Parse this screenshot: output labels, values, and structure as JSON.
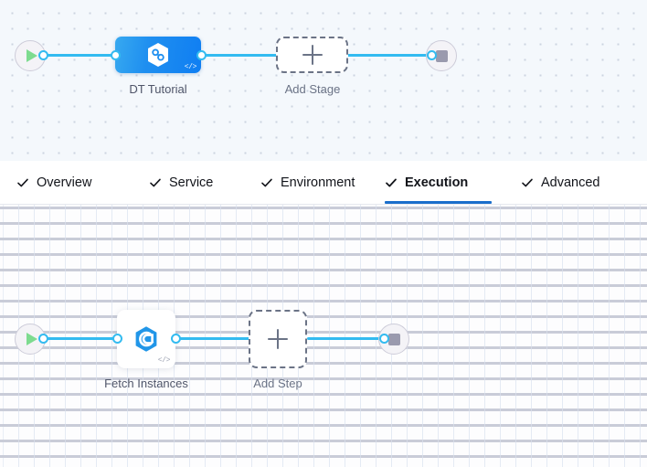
{
  "theme": {
    "edge_color": "#33bbf0",
    "stage_node_blue": "#1f8ff0",
    "active_tab_underline": "#1a6ecb",
    "stage_canvas_bg": "#f4f8fc",
    "step_canvas_bg": "#fdfdfe",
    "play_green": "#7ddb8f",
    "stop_gray": "#9a9aae",
    "label_color": "#4f5569"
  },
  "stage_canvas": {
    "name": "pipeline-stages-canvas",
    "start_node": {
      "icon": "play-icon",
      "title": "Start"
    },
    "stage": {
      "label": "DT Tutorial",
      "icon": "hexagon-infinity-icon",
      "badge": "</>"
    },
    "add_stage": {
      "label": "Add Stage",
      "icon": "plus-icon"
    },
    "end_node": {
      "icon": "stop-square-icon",
      "title": "End"
    }
  },
  "tabs": {
    "name": "stage-config-tabs",
    "items": [
      {
        "label": "Overview",
        "icon": "check-icon",
        "active": false
      },
      {
        "label": "Service",
        "icon": "check-icon",
        "active": false
      },
      {
        "label": "Environment",
        "icon": "check-icon",
        "active": false
      },
      {
        "label": "Execution",
        "icon": "check-icon",
        "active": true
      },
      {
        "label": "Advanced",
        "icon": "check-icon",
        "active": false
      }
    ]
  },
  "step_canvas": {
    "name": "execution-steps-canvas",
    "start_node": {
      "icon": "play-icon",
      "title": "Start"
    },
    "step": {
      "label": "Fetch Instances",
      "icon": "hexagon-e-icon",
      "badge": "</>"
    },
    "add_step": {
      "label": "Add Step",
      "icon": "plus-icon"
    },
    "end_node": {
      "icon": "stop-square-icon",
      "title": "End"
    }
  }
}
